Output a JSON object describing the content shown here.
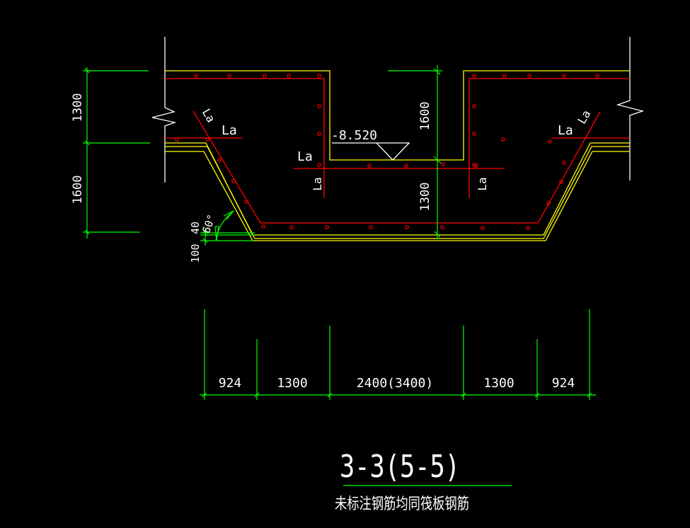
{
  "drawing": {
    "background_color": "#000000",
    "colors": {
      "concrete_outline": "#ffff00",
      "rebar": "#ff0000",
      "dimension": "#00ff00",
      "text_and_break": "#ffffff"
    },
    "left_dimensions": {
      "upper": "1300",
      "lower": "1600"
    },
    "slope_annotations": {
      "angle": "60°",
      "offset_top": "40",
      "offset_bottom": "100"
    },
    "rebar_labels": {
      "la_left_slope": "La",
      "la_left_horizontal": "La",
      "la_right_slope": "La",
      "la_right_horizontal": "La",
      "la_center_left": "La",
      "la_center_left_vertical": "La",
      "la_center_right_vertical": "La"
    },
    "elevation": {
      "value": "-8.520"
    },
    "center_dimensions": {
      "upper": "1600",
      "lower": "1300"
    },
    "bottom_dimensions": [
      "924",
      "1300",
      "2400(3400)",
      "1300",
      "924"
    ],
    "section_title": "3-3(5-5)",
    "section_note": "未标注钢筋均同筏板钢筋"
  }
}
